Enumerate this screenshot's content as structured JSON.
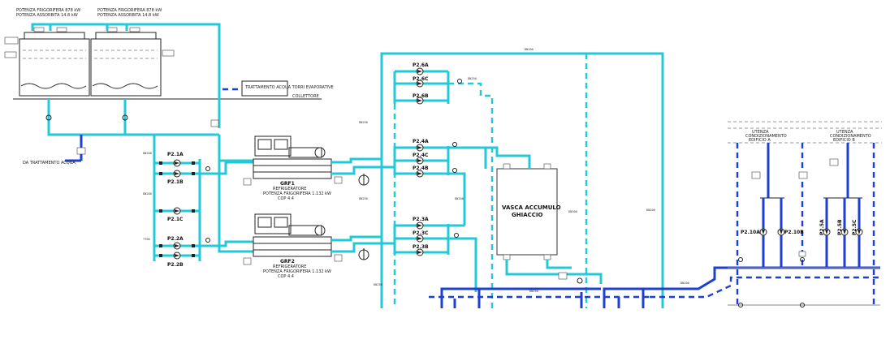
{
  "colors": {
    "cyan_line": "#22c9d6",
    "blue_line": "#1f3fd1",
    "equipment": "#222222"
  },
  "cooling_towers": {
    "left_title": "POTENZA FRIGORIFERA 878 kW",
    "left_subtitle": "POTENZA ASSORBITA 14.8 kW",
    "right_title": "POTENZA FRIGORIFERA 878 kW",
    "right_subtitle": "POTENZA ASSORBITA 14.8 kW",
    "collector_label": "COLLETTORE"
  },
  "water_treatment": {
    "box_label": "TRATTAMENTO ACQUA TORRI EVAPORATIVE",
    "inlet_label": "DA TRATTAMENTO ACQUA"
  },
  "condenser_pumps": {
    "p1a": "P2.1A",
    "p1b": "P2.1B",
    "p1c": "P2.1C",
    "p2a": "P2.2A",
    "p2b": "P2.2B"
  },
  "chillers": {
    "grf1_name": "GRF1",
    "grf1_line1": "REFRIGERATORE",
    "grf1_line2": "POTENZA FRIGORIFERA 1.132 kW",
    "grf1_line3": "COP 4.4",
    "grf2_name": "GRF2",
    "grf2_line1": "REFRIGERATORE",
    "grf2_line2": "POTENZA FRIGORIFERA 1.132 kW",
    "grf2_line3": "COP 4.4"
  },
  "ice_pumps": {
    "p6a": "P2.6A",
    "p6c": "P2.6C",
    "p6b": "P2.6B",
    "p4a": "P2.4A",
    "p4c": "P2.4C",
    "p4b": "P2.4B",
    "p3a": "P2.3A",
    "p3c": "P2.3C",
    "p3b": "P2.3B"
  },
  "storage_tank": {
    "line1": "VASCA ACCUMULO",
    "line2": "GHIACCIO"
  },
  "user_pumps": {
    "p10a": "P2.10A",
    "p10b": "P2.10B",
    "p5a": "P2.5A",
    "p5b": "P2.5B",
    "p5c": "P2.5C"
  },
  "users": {
    "left_line1": "UTENZA",
    "left_line2": "CONDIZIONAMENTO",
    "left_line3": "EDIFICIO A",
    "right_line1": "UTENZA",
    "right_line2": "CONDIZIONAMENTO",
    "right_line3": "EDIFICIO B"
  },
  "pipe_tags": {
    "t1": "DN200",
    "t2": "DN250",
    "t3": "DN200",
    "t4": "DN250",
    "t5": "DN200",
    "t6": "DN250",
    "t7": "DN250",
    "t8": "DN250",
    "t9": "DN200",
    "t10": "DN200",
    "t11": "DN300",
    "t12": "DN200"
  },
  "instrument_tags": {
    "tag": "TT00"
  }
}
